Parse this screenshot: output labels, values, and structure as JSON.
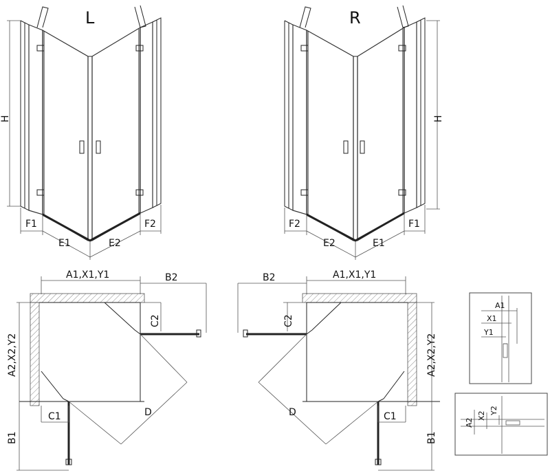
{
  "top": {
    "left": {
      "title": "L",
      "h": "H",
      "f_left": "F1",
      "e_left": "E1",
      "e_right": "E2",
      "f_right": "F2"
    },
    "right": {
      "title": "R",
      "h": "H",
      "f_left": "F2",
      "e_left": "E2",
      "e_right": "E1",
      "f_right": "F1"
    }
  },
  "plan": {
    "left": {
      "a1": "A1,X1,Y1",
      "b2": "B2",
      "c2": "C2",
      "a2": "A2,X2,Y2",
      "c1": "C1",
      "d": "D",
      "b1": "B1"
    },
    "right": {
      "a1": "A1,X1,Y1",
      "b2": "B2",
      "c2": "C2",
      "a2": "A2,X2,Y2",
      "c1": "C1",
      "d": "D",
      "b1": "B1"
    }
  },
  "details": {
    "top": {
      "a1": "A1",
      "x1": "X1",
      "y1": "Y1"
    },
    "bottom": {
      "a2": "A2",
      "x2": "X2",
      "y2": "Y2"
    }
  }
}
